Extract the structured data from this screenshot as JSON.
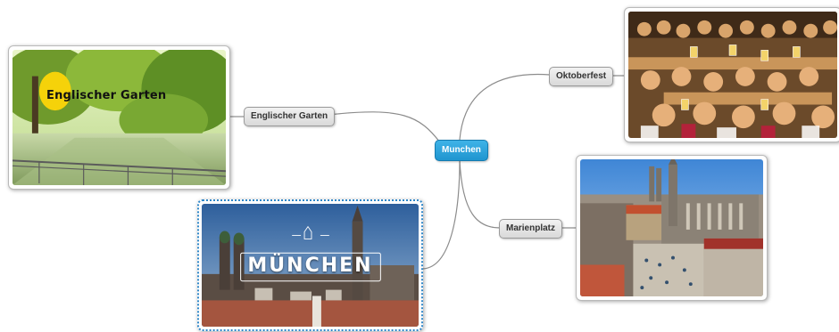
{
  "mindmap": {
    "central": {
      "label": "Munchen"
    },
    "branches": [
      {
        "label": "Englischer Garten",
        "image_text": "Englischer Garten"
      },
      {
        "label": "Oktoberfest"
      },
      {
        "label": "Marienplatz"
      },
      {
        "image_text": "MÜNCHEN"
      }
    ]
  },
  "colors": {
    "central_node": "#2aa6de",
    "branch_node": "#e3e3e3",
    "link": "#8c8c8c",
    "selection": "#2f86c8"
  }
}
